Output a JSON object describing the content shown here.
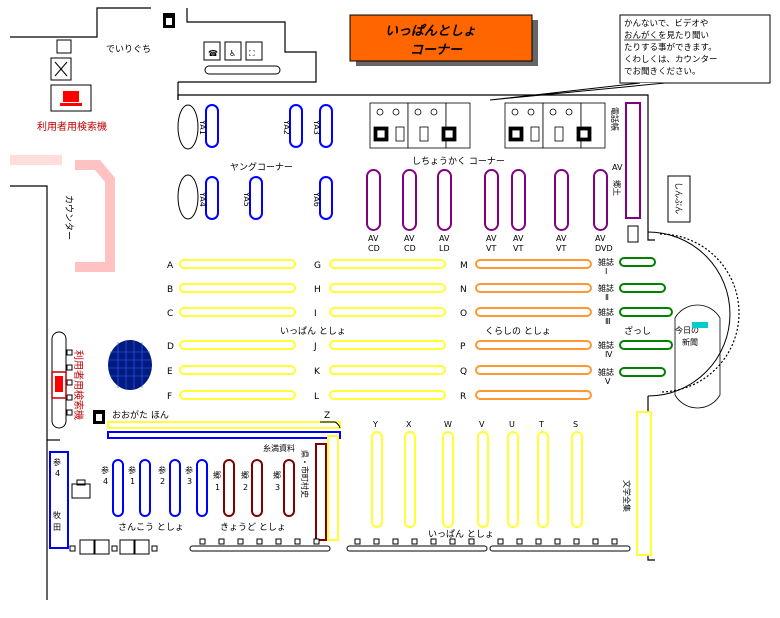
{
  "title": {
    "line1": "いっぱんとしょ",
    "line2": "コーナー"
  },
  "note": {
    "lines": [
      "かんないで、ビデオや",
      "おんがくを見たり聞い",
      "たりする事ができます。",
      "くわしくは、カウンター",
      "でお聞きください。"
    ],
    "underlined": "おんがく"
  },
  "labels": {
    "entrance": "でいりぐち",
    "search_top": "利用者用検索機",
    "search_left": "利用者用検索機",
    "counter": "カウンター",
    "young_corner": "ヤングコーナー",
    "av_corner": "しちょうかく コーナー",
    "general_books_1": "いっぱん としょ",
    "living_books": "くらしの としょ",
    "magazines": "ざっし",
    "newspaper_today": "今日の",
    "newspaper": "新聞",
    "shinbun": "しんぶん",
    "large_print": "おおがた ほん",
    "itoman": "糸満資料",
    "reference_books": "さんこう としょ",
    "local_books": "きょうど としょ",
    "general_books_2": "いっぱん としょ",
    "literature_collection": "文学全集",
    "pref_city_history": "県・市町村史",
    "av_local": "AV郷土",
    "phonebook": "電話帳",
    "ref4": "参4",
    "makita": "牧田"
  },
  "young_shelves": [
    "YA1",
    "YA2",
    "YA3",
    "YA4",
    "YA5",
    "YA6"
  ],
  "av_shelves": [
    {
      "top": "AV",
      "bottom": "CD"
    },
    {
      "top": "AV",
      "bottom": "CD"
    },
    {
      "top": "AV",
      "bottom": "LD"
    },
    {
      "top": "AV",
      "bottom": "VT"
    },
    {
      "top": "AV",
      "bottom": "VT"
    },
    {
      "top": "AV",
      "bottom": "VT"
    },
    {
      "top": "AV",
      "bottom": "DVD"
    }
  ],
  "rows_left": [
    "A",
    "B",
    "C",
    "D",
    "E",
    "F"
  ],
  "rows_mid": [
    "G",
    "H",
    "I",
    "J",
    "K",
    "L"
  ],
  "rows_right": [
    "M",
    "N",
    "O",
    "P",
    "Q",
    "R"
  ],
  "magazine_shelves": [
    "雑誌Ⅰ",
    "雑誌Ⅱ",
    "雑誌Ⅲ",
    "雑誌Ⅳ",
    "雑誌Ⅴ"
  ],
  "bottom_letters": [
    "Y",
    "X",
    "W",
    "V",
    "U",
    "T",
    "S"
  ],
  "z_label": "Z",
  "ref_shelves": [
    "参4",
    "参1",
    "参2",
    "参3"
  ],
  "local_shelves": [
    "郷1",
    "郷2",
    "郷3"
  ],
  "colors": {
    "yellow": "#ffff33",
    "orange": "#ff9933",
    "blue": "#0000ff",
    "purple": "#800080",
    "green": "#008000",
    "darkred": "#800000",
    "title_bg": "#ff6600",
    "red": "#c00000",
    "pink": "#ff9999"
  }
}
